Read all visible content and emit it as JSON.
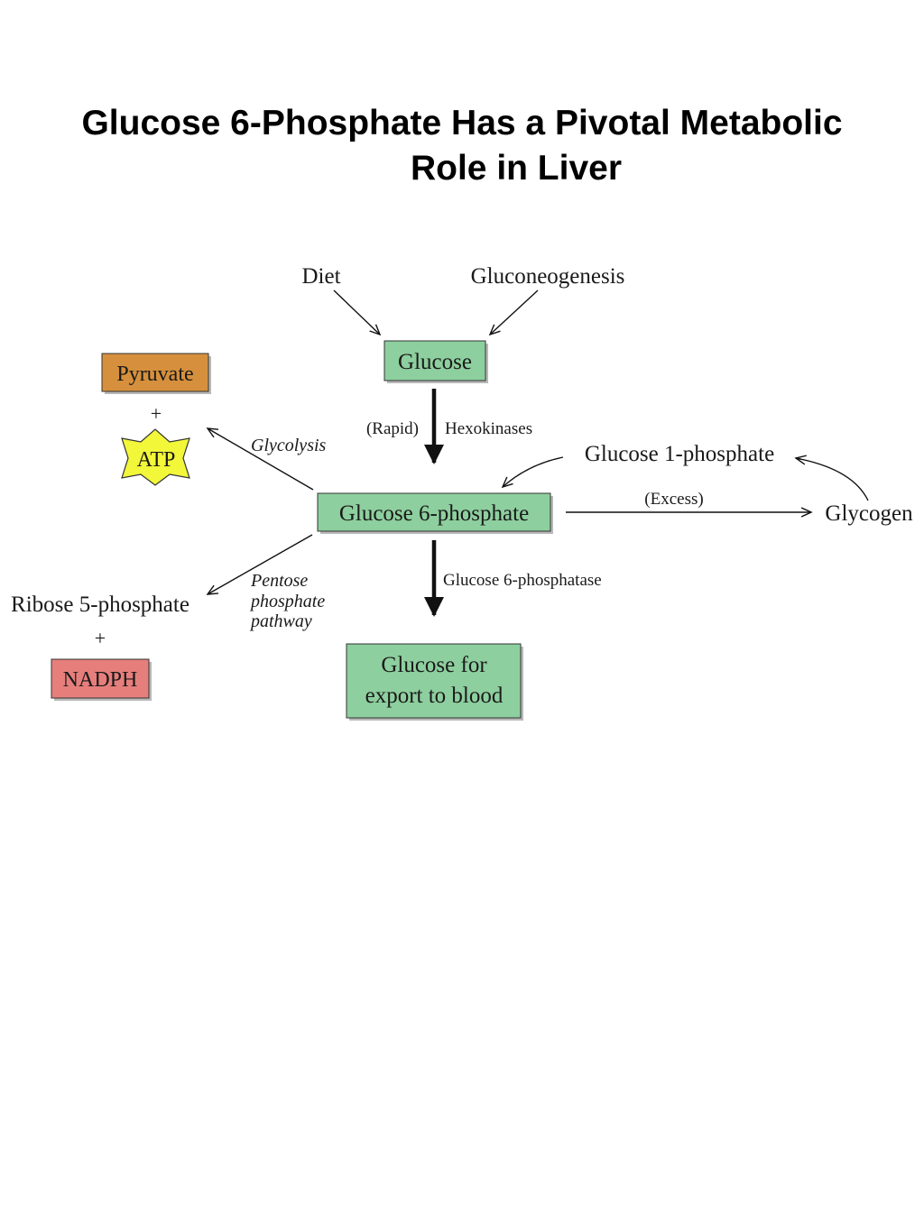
{
  "title": {
    "line1": "Glucose 6-Phosphate Has a Pivotal Metabolic",
    "line2": "Role in Liver"
  },
  "colors": {
    "green_box": "#8dcf9e",
    "orange_box": "#d6903d",
    "yellow_star": "#f2f73a",
    "red_box": "#e67f7c",
    "arrow": "#111111"
  },
  "nodes": {
    "diet": "Diet",
    "gluconeogenesis": "Gluconeogenesis",
    "glucose": "Glucose",
    "pyruvate": "Pyruvate",
    "plus_top": "+",
    "atp": "ATP",
    "glucose_1_phosphate": "Glucose 1-phosphate",
    "glucose_6_phosphate": "Glucose 6-phosphate",
    "glycogen": "Glycogen",
    "ribose_5_phosphate": "Ribose 5-phosphate",
    "plus_bottom": "+",
    "nadph": "NADPH",
    "glucose_export_line1": "Glucose for",
    "glucose_export_line2": "export to blood"
  },
  "labels": {
    "rapid": "(Rapid)",
    "hexokinases": "Hexokinases",
    "glycolysis": "Glycolysis",
    "excess": "(Excess)",
    "pentose_line1": "Pentose",
    "pentose_line2": "phosphate",
    "pentose_line3": "pathway",
    "g6pase": "Glucose 6-phosphatase"
  }
}
